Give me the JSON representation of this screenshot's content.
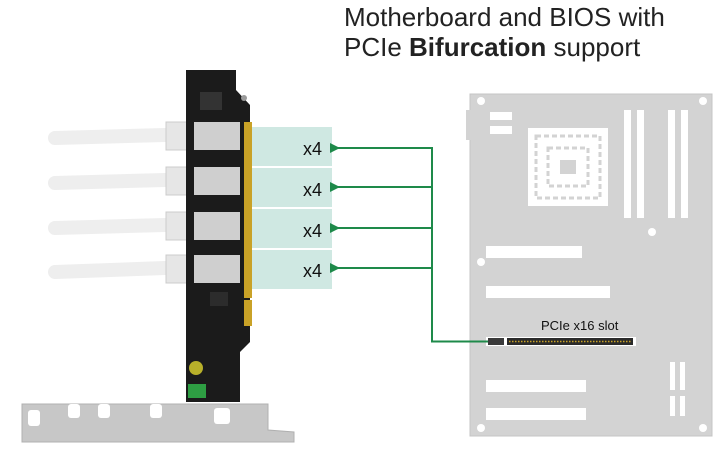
{
  "title": {
    "line1": "Motherboard and BIOS with",
    "line2_prefix": "PCIe ",
    "line2_bold": "Bifurcation",
    "line2_suffix": " support"
  },
  "lanes": [
    {
      "label": "x4"
    },
    {
      "label": "x4"
    },
    {
      "label": "x4"
    },
    {
      "label": "x4"
    }
  ],
  "slot_label": "PCIe x16 slot",
  "colors": {
    "arrow": "#1e8a4a",
    "lane_band": "#cfe8e2",
    "board": "#d3d3d3",
    "pcb": "#1b1b1b",
    "gold": "#c9a227"
  }
}
